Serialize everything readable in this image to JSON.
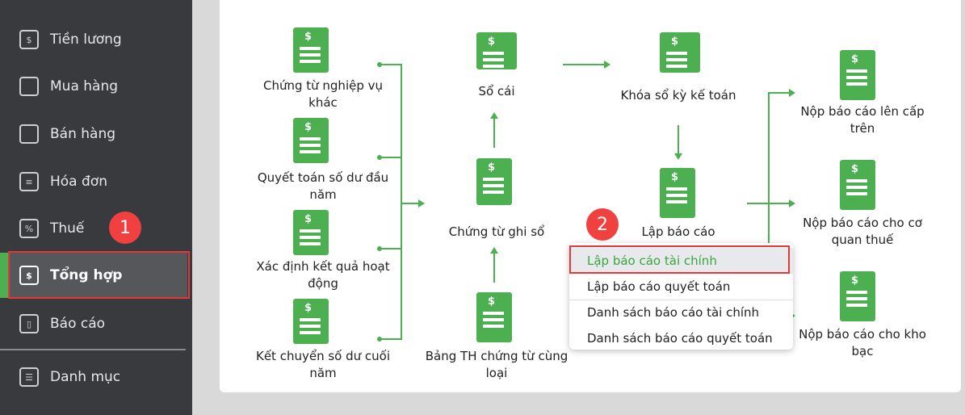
{
  "sidebar": {
    "items": [
      {
        "label": "Tiền lương",
        "icon": "payroll-icon"
      },
      {
        "label": "Mua hàng",
        "icon": "shopping-bag-icon"
      },
      {
        "label": "Bán hàng",
        "icon": "cart-icon"
      },
      {
        "label": "Hóa đơn",
        "icon": "invoice-icon"
      },
      {
        "label": "Thuế",
        "icon": "tax-icon"
      },
      {
        "label": "Tổng hợp",
        "icon": "ledger-icon"
      },
      {
        "label": "Báo cáo",
        "icon": "bar-chart-icon"
      },
      {
        "label": "Danh mục",
        "icon": "list-icon"
      }
    ]
  },
  "badges": {
    "one": "1",
    "two": "2"
  },
  "nodes": {
    "a1": "Chứng từ nghiệp vụ khác",
    "a2": "Quyết toán số dư đầu năm",
    "a3": "Xác định kết quả hoạt động",
    "a4": "Kết chuyển số dư cuối năm",
    "b1": "Sổ cái",
    "b2": "Chứng từ ghi sổ",
    "b3": "Bảng TH chứng từ cùng loại",
    "c1": "Khóa sổ kỳ kế toán",
    "c2": "Lập báo cáo",
    "d1": "Nộp báo cáo lên cấp trên",
    "d2": "Nộp báo cáo cho cơ quan thuế",
    "d3": "Nộp báo cáo cho kho bạc"
  },
  "menu": [
    "Lập báo cáo tài chính",
    "Lập báo cáo quyết toán",
    "Danh sách báo cáo tài chính",
    "Danh sách báo cáo quyết toán"
  ],
  "colors": {
    "accent": "#4caf50",
    "highlight": "#e53935",
    "sidebar": "#393a3e"
  }
}
